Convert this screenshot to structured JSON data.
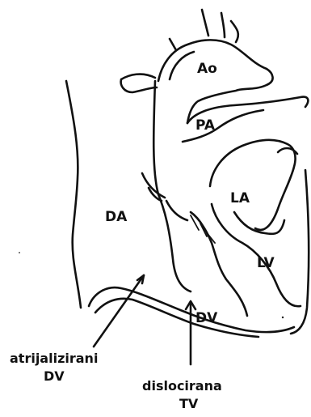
{
  "labels": {
    "ao": "Ao",
    "pa": "PA",
    "la": "LA",
    "da": "DA",
    "lv": "LV",
    "dv": "DV",
    "atrialized_line1": "atrijalizirani",
    "atrialized_line2": "DV",
    "displaced_line1": "dislocirana",
    "displaced_line2": "TV"
  },
  "colors": {
    "ink": "#111111",
    "paper": "#ffffff"
  }
}
